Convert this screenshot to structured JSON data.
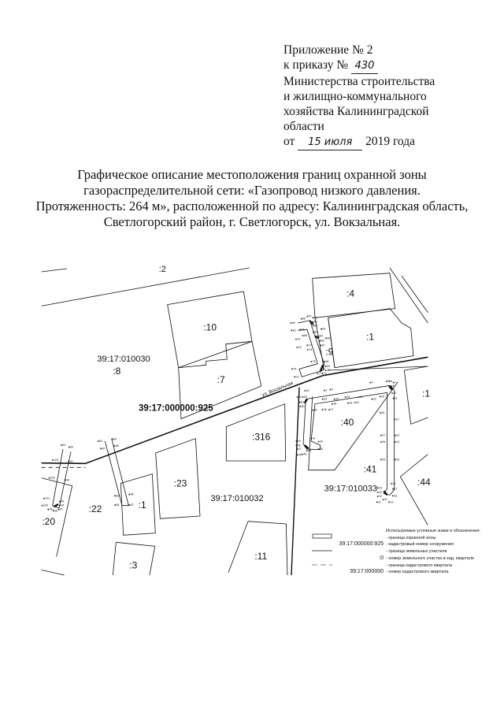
{
  "header": {
    "line1": "Приложение № 2",
    "line2_prefix": "к приказу №",
    "order_number_handwritten": "430",
    "line3": "Министерства строительства",
    "line4": "и жилищно-коммунального",
    "line5": "хозяйства Калининградской",
    "line6": "области",
    "date_prefix": "от",
    "date_handwritten": "15 июля",
    "date_suffix": "2019 года"
  },
  "title": {
    "line1": "Графическое описание местоположения границ охранной зоны",
    "line2": "газораспределительной сети: «Газопровод низкого давления.",
    "line3": "Протяженность: 264 м», расположенной по адресу: Калининградская область,",
    "line4": "Светлогорский район, г. Светлогорск, ул.  Вокзальная."
  },
  "map": {
    "parcels": [
      ":2",
      ":10",
      ":7",
      ":4",
      ":1",
      ":9",
      ":8",
      ":316",
      ":23",
      ":1",
      ":22",
      ":20",
      ":3",
      ":11",
      ":40",
      ":41",
      ":44",
      ":1"
    ],
    "quarters": [
      "39:17:010030",
      "39:17:010032",
      "39:17:010033"
    ],
    "structure": "39:17:000000:925",
    "street": "ул. Вокзальная",
    "points": [
      "81",
      "92",
      "103",
      "93",
      "102",
      "94",
      "101",
      "95",
      "100",
      "96",
      "99",
      "98",
      "97",
      "83",
      "84",
      "90",
      "85",
      "89",
      "86",
      "88",
      "87",
      "55",
      "56",
      "57",
      "58",
      "82",
      "61",
      "60",
      "59",
      "62",
      "63",
      "79",
      "80",
      "64",
      "65",
      "78",
      "77",
      "66",
      "67",
      "76",
      "75",
      "68",
      "74",
      "69",
      "70",
      "73",
      "72",
      "71",
      "54",
      "2",
      "3",
      "4",
      "5",
      "6",
      "7",
      "8",
      "53",
      "52",
      "39",
      "35",
      "34",
      "31",
      "30",
      "29",
      "10",
      "11",
      "51",
      "50",
      "40",
      "38",
      "37",
      "36",
      "33",
      "32",
      "28",
      "12",
      "27",
      "13",
      "26",
      "14",
      "25",
      "15",
      "41",
      "42",
      "49",
      "48",
      "47",
      "46",
      "45",
      "44",
      "43",
      "16",
      "24",
      "17",
      "23",
      "18",
      "22",
      "20",
      "21",
      "19"
    ]
  },
  "legend": {
    "heading": "Используемые условные знаки и обозначения:",
    "items": [
      {
        "symbol": "zone-rect",
        "text": "- граница охранной зоны"
      },
      {
        "symbol": "39:17:000000:925",
        "text": "- кадастровый номер сооружения"
      },
      {
        "symbol": "solid-line",
        "text": "- граница земельных участков"
      },
      {
        "symbol": ":0",
        "text": "- номер земельного участка в кад. квартале"
      },
      {
        "symbol": "dashed-line",
        "text": "- граница кадастрового квартала"
      },
      {
        "symbol": "39:17:000000",
        "text": "- номер кадастрового квартала"
      }
    ]
  }
}
